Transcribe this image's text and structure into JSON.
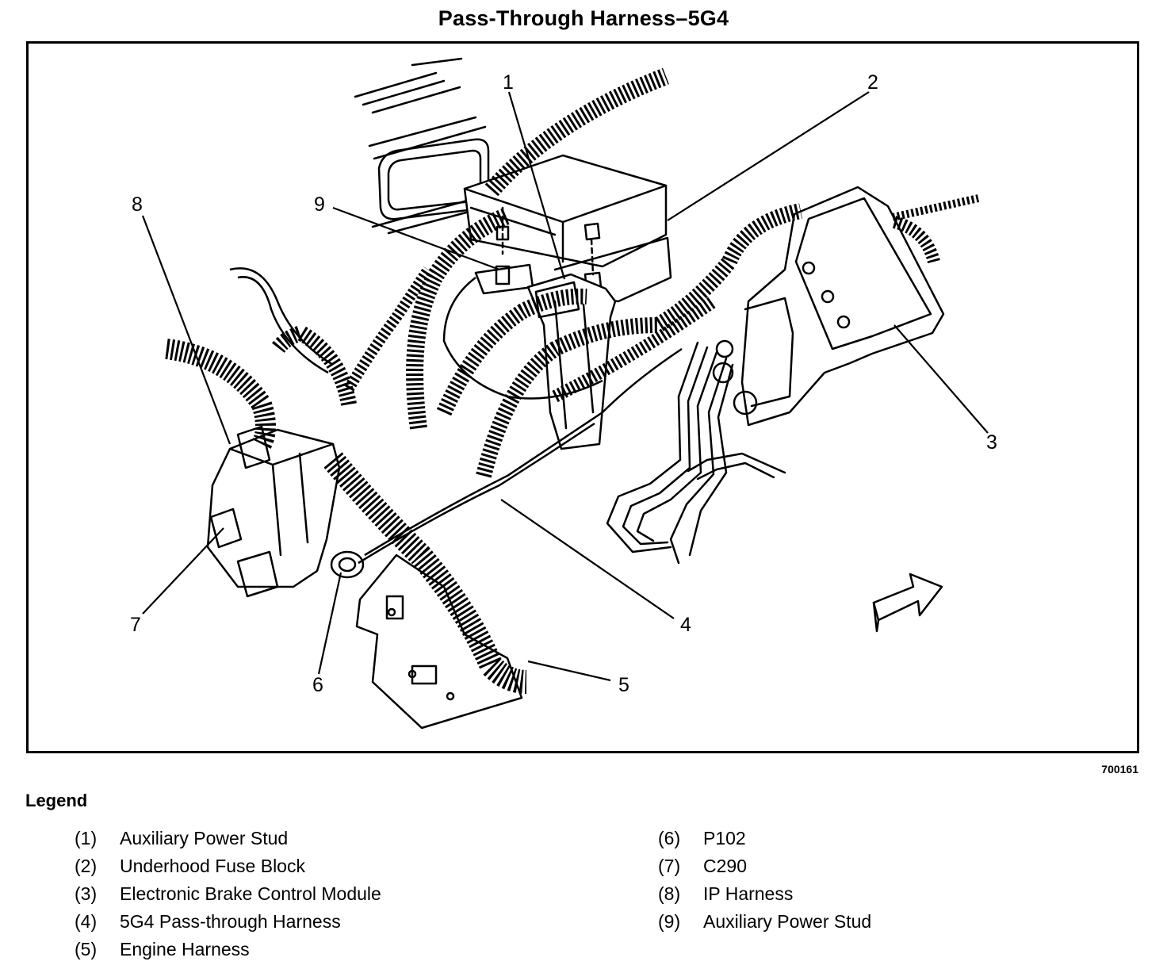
{
  "title": "Pass-Through Harness–5G4",
  "figure_id": "700161",
  "legend": {
    "heading": "Legend",
    "items": [
      {
        "num": "(1)",
        "label": "Auxiliary Power Stud"
      },
      {
        "num": "(2)",
        "label": "Underhood Fuse Block"
      },
      {
        "num": "(3)",
        "label": "Electronic Brake Control Module"
      },
      {
        "num": "(4)",
        "label": "5G4 Pass-through Harness"
      },
      {
        "num": "(5)",
        "label": "Engine Harness"
      },
      {
        "num": "(6)",
        "label": "P102"
      },
      {
        "num": "(7)",
        "label": "C290"
      },
      {
        "num": "(8)",
        "label": "IP Harness"
      },
      {
        "num": "(9)",
        "label": "Auxiliary Power Stud"
      }
    ]
  },
  "callouts": [
    "1",
    "2",
    "3",
    "4",
    "5",
    "6",
    "7",
    "8",
    "9"
  ]
}
